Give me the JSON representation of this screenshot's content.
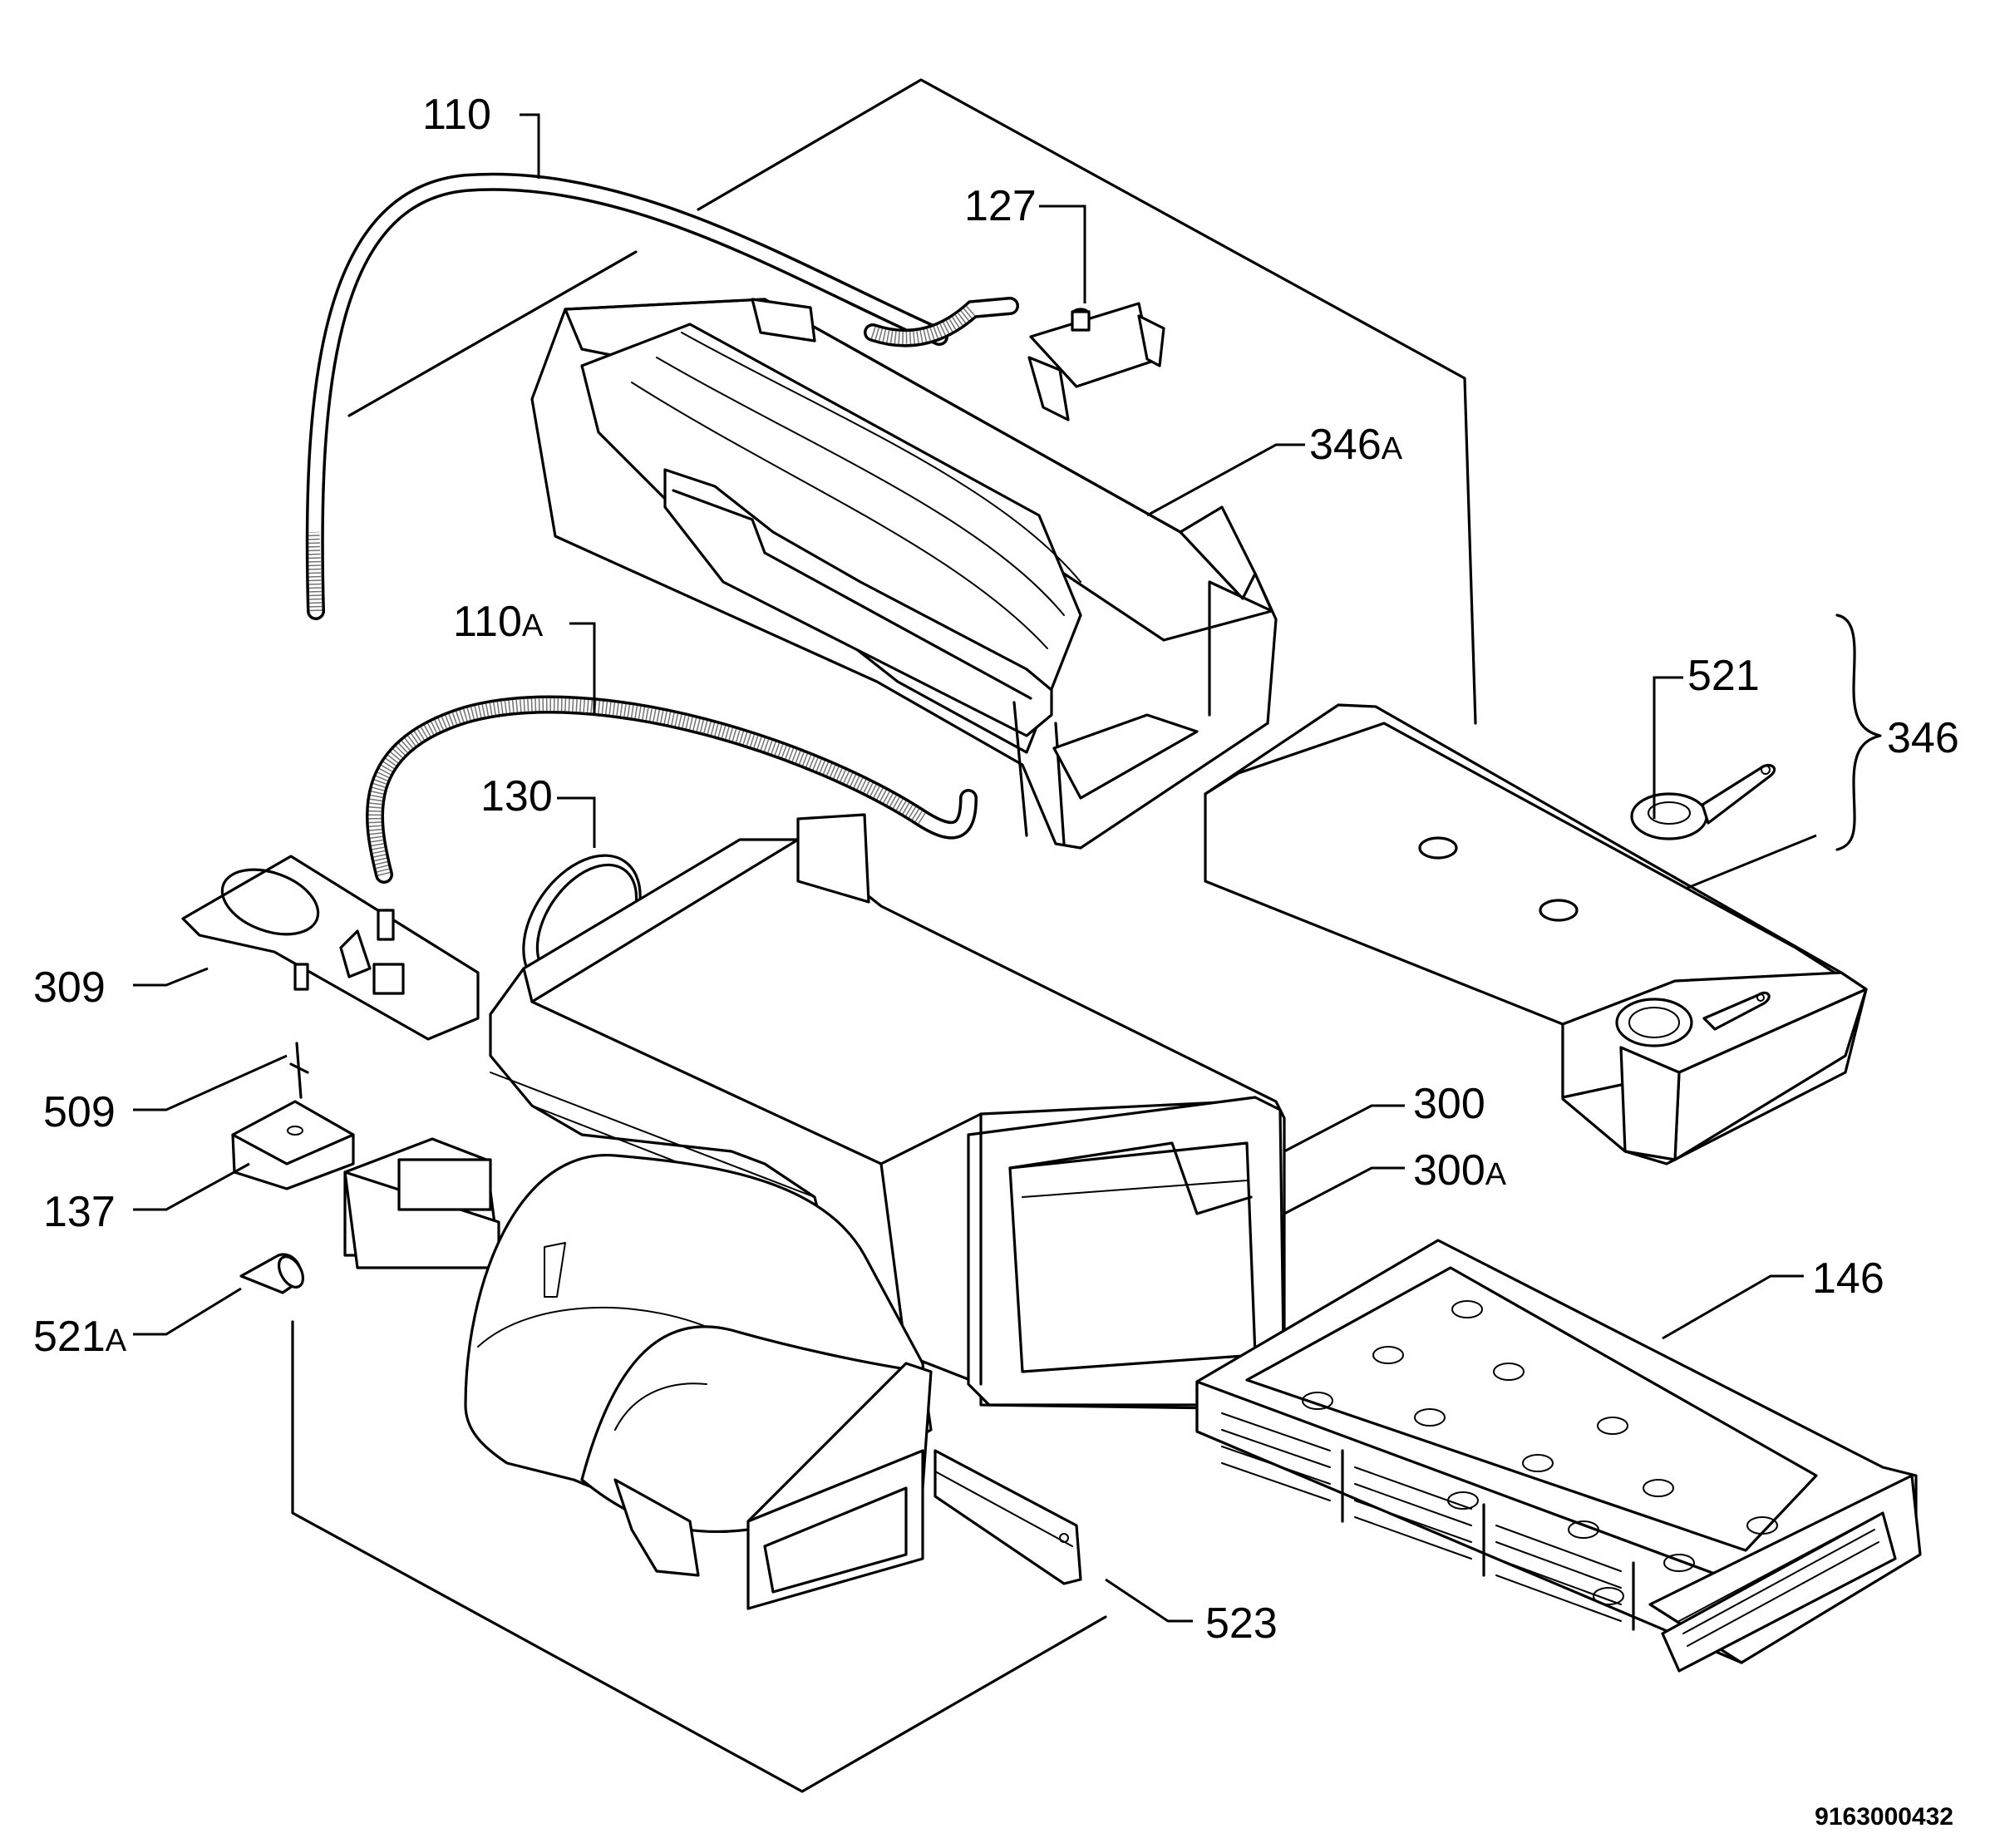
{
  "diagram": {
    "document_number": "9163000432",
    "callouts": [
      {
        "id": "110",
        "main": "110",
        "suffix": ""
      },
      {
        "id": "127",
        "main": "127",
        "suffix": ""
      },
      {
        "id": "346a",
        "main": "346",
        "suffix": "A"
      },
      {
        "id": "110a",
        "main": "110",
        "suffix": "A"
      },
      {
        "id": "521",
        "main": "521",
        "suffix": ""
      },
      {
        "id": "346",
        "main": "346",
        "suffix": ""
      },
      {
        "id": "130",
        "main": "130",
        "suffix": ""
      },
      {
        "id": "309",
        "main": "309",
        "suffix": ""
      },
      {
        "id": "509",
        "main": "509",
        "suffix": ""
      },
      {
        "id": "300",
        "main": "300",
        "suffix": ""
      },
      {
        "id": "300a",
        "main": "300",
        "suffix": "A"
      },
      {
        "id": "137",
        "main": "137",
        "suffix": ""
      },
      {
        "id": "146",
        "main": "146",
        "suffix": ""
      },
      {
        "id": "521a",
        "main": "521",
        "suffix": "A"
      },
      {
        "id": "523",
        "main": "523",
        "suffix": ""
      }
    ]
  }
}
